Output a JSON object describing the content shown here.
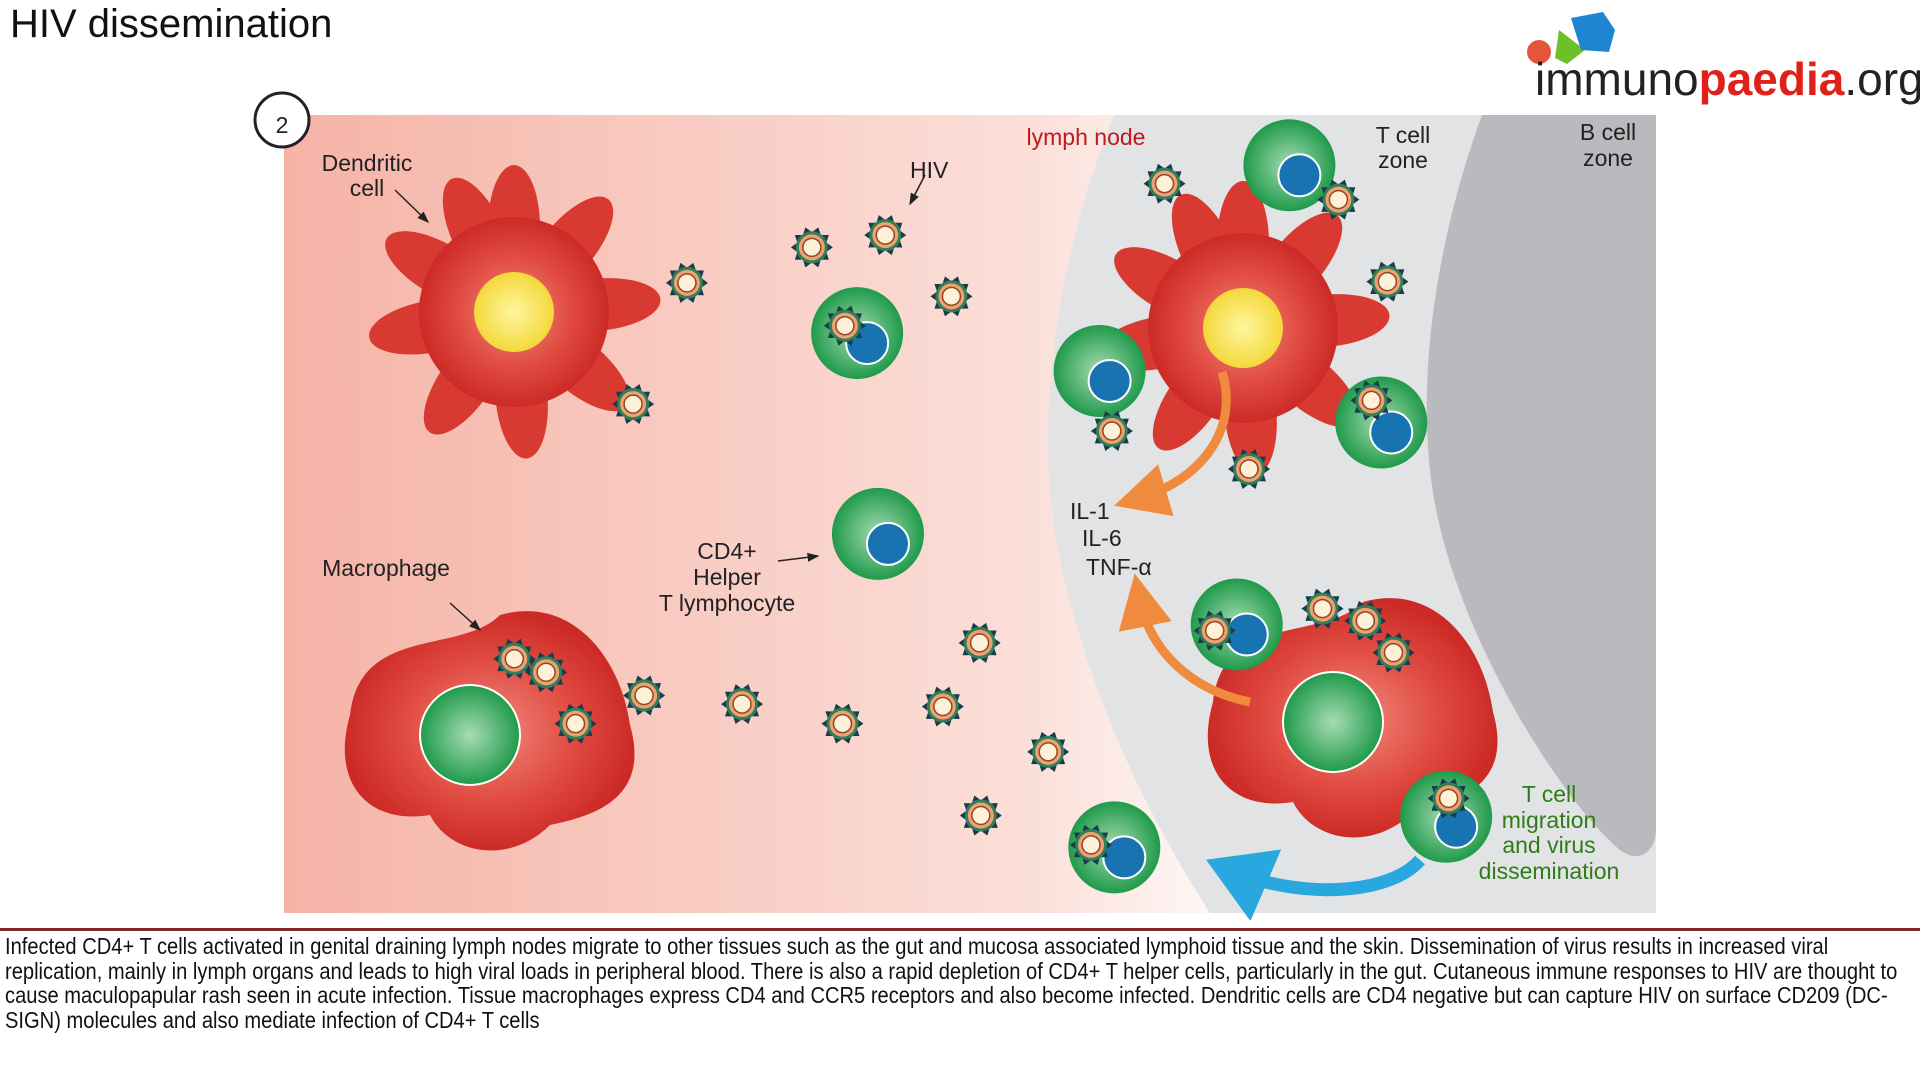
{
  "title": "HIV dissemination",
  "logo": {
    "text_main": "immuno",
    "text_accent": "paedia",
    "text_suffix": ".org"
  },
  "panel_number": "2",
  "labels": {
    "dendritic_cell": [
      "Dendritic",
      "cell"
    ],
    "hiv": "HIV",
    "lymph_node": "lymph node",
    "t_cell_zone": [
      "T cell",
      "zone"
    ],
    "b_cell_zone": [
      "B cell",
      "zone"
    ],
    "macrophage": "Macrophage",
    "cd4_t": [
      "CD4+",
      "Helper",
      "T lymphocyte"
    ],
    "cytokines": [
      "IL-1",
      "IL-6",
      "TNF-α"
    ],
    "migration": [
      "T cell",
      "migration",
      "and virus",
      "dissemination"
    ]
  },
  "colors": {
    "lymph_node": "#c0181e",
    "migration": "#2e7d1a",
    "arrow_orange": "#f08a3c",
    "arrow_blue": "#29a8e0"
  },
  "caption": "Infected CD4+ T cells activated in genital draining lymph nodes migrate to other tissues such as the gut and mucosa associated lymphoid tissue and the skin. Dissemination of virus results in increased viral replication, mainly in lymph organs and leads to high viral loads in peripheral blood. There is also a rapid depletion of CD4+ T helper cells, particularly in the gut. Cutaneous immune responses to HIV are thought to cause maculopapular rash seen in acute infection. Tissue macrophages express CD4 and CCR5 receptors and also become infected. Dendritic cells are CD4 negative but can capture HIV on surface CD209 (DC-SIGN) molecules and also mediate infection of CD4+ T cells"
}
